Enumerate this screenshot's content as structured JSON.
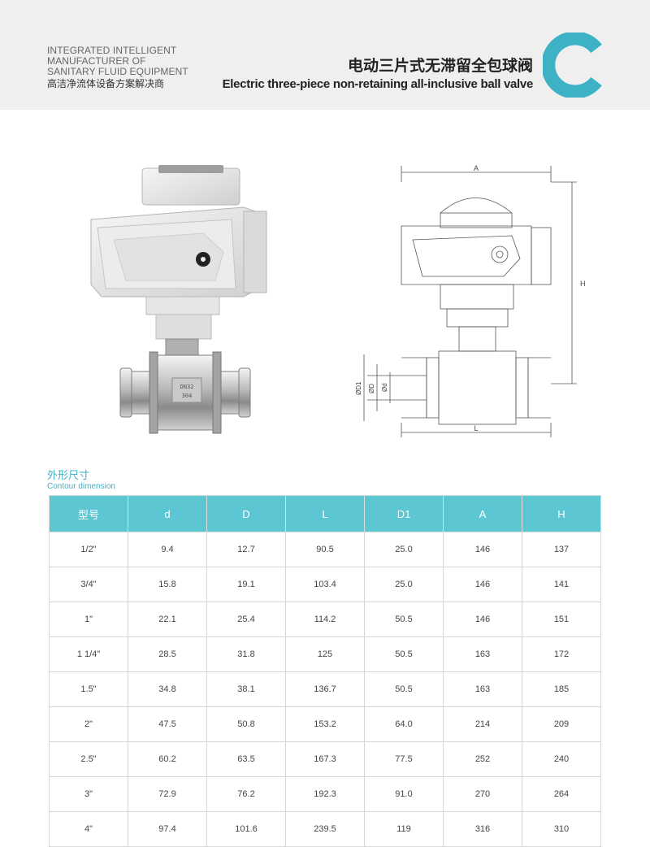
{
  "header": {
    "brand_en_lines": [
      "INTEGRATED INTELLIGENT",
      "MANUFACTURER OF",
      "SANITARY FLUID EQUIPMENT"
    ],
    "brand_cn": "高洁净流体设备方案解决商",
    "title_cn": "电动三片式无滞留全包球阀",
    "title_en": "Electric three-piece non-retaining all-inclusive ball valve",
    "section_letter": "C",
    "accent_color": "#3db2c4"
  },
  "product": {
    "valve_marking_1": "DN32",
    "valve_marking_2": "304"
  },
  "drawing": {
    "labels": {
      "A": "A",
      "H": "H",
      "L": "L",
      "D1": "ØD1",
      "D": "ØD",
      "d": "Ød"
    }
  },
  "section": {
    "title_cn": "外形尺寸",
    "title_en": "Contour dimension"
  },
  "table": {
    "headers": [
      "型号",
      "d",
      "D",
      "L",
      "D1",
      "A",
      "H"
    ],
    "rows": [
      [
        "1/2\"",
        "9.4",
        "12.7",
        "90.5",
        "25.0",
        "146",
        "137"
      ],
      [
        "3/4\"",
        "15.8",
        "19.1",
        "103.4",
        "25.0",
        "146",
        "141"
      ],
      [
        "1\"",
        "22.1",
        "25.4",
        "114.2",
        "50.5",
        "146",
        "151"
      ],
      [
        "1  1/4\"",
        "28.5",
        "31.8",
        "125",
        "50.5",
        "163",
        "172"
      ],
      [
        "1.5\"",
        "34.8",
        "38.1",
        "136.7",
        "50.5",
        "163",
        "185"
      ],
      [
        "2\"",
        "47.5",
        "50.8",
        "153.2",
        "64.0",
        "214",
        "209"
      ],
      [
        "2.5\"",
        "60.2",
        "63.5",
        "167.3",
        "77.5",
        "252",
        "240"
      ],
      [
        "3\"",
        "72.9",
        "76.2",
        "192.3",
        "91.0",
        "270",
        "264"
      ],
      [
        "4\"",
        "97.4",
        "101.6",
        "239.5",
        "119",
        "316",
        "310"
      ]
    ],
    "header_color": "#5dc6d3"
  }
}
